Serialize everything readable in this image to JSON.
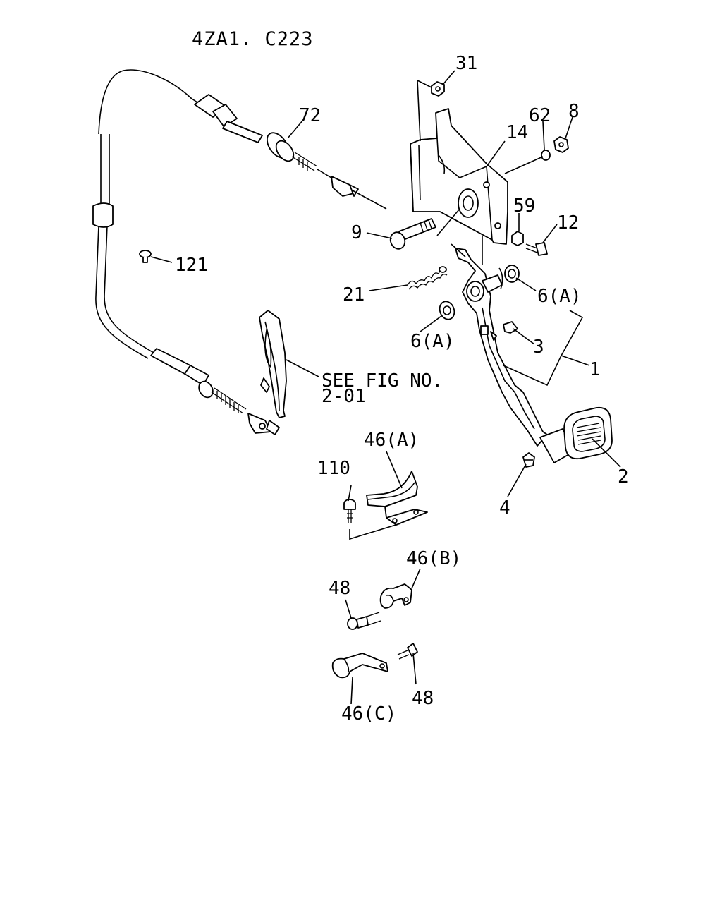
{
  "title": "4ZA1. C223",
  "callouts": {
    "p31": "31",
    "p72": "72",
    "p62": "62",
    "p8": "8",
    "p14": "14",
    "p59": "59",
    "p12": "12",
    "p9": "9",
    "p121": "121",
    "p21": "21",
    "p6a_upper": "6(A)",
    "p6a_lower": "6(A)",
    "p3": "3",
    "p1": "1",
    "p2": "2",
    "p4": "4",
    "p46a": "46(A)",
    "p110": "110",
    "p46b": "46(B)",
    "p48_upper": "48",
    "p48_lower": "48",
    "p46c": "46(C)"
  },
  "reference": {
    "line1": "SEE FIG NO.",
    "line2": "2-01"
  }
}
